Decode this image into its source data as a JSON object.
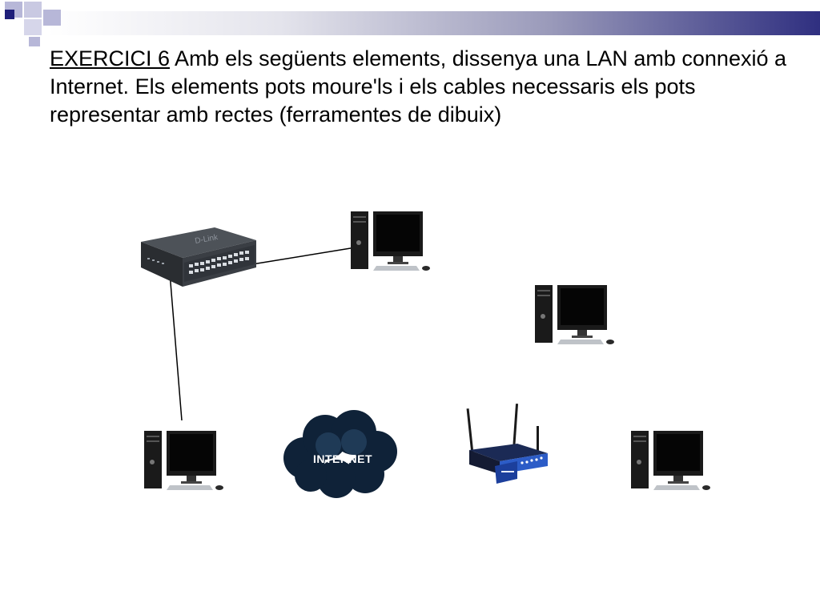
{
  "slide": {
    "exercise_label": "EXERCICI 6",
    "instruction": " Amb els següents elements, dissenya una LAN amb connexió a Internet. Els elements pots moure'ls i els cables necessaris els pots representar amb rectes (ferramentes de dibuix)"
  },
  "elements": {
    "switch_brand": "D-Link",
    "cloud_label": "INTERNET"
  },
  "icons": [
    "switch-icon",
    "desktop-computer-icon",
    "internet-cloud-icon",
    "wireless-router-icon"
  ],
  "colors": {
    "accent_dark": "#1f1f7a",
    "accent_light": "#b7b7d8",
    "cloud": "#0f2238",
    "router": "#2c5cc7"
  }
}
